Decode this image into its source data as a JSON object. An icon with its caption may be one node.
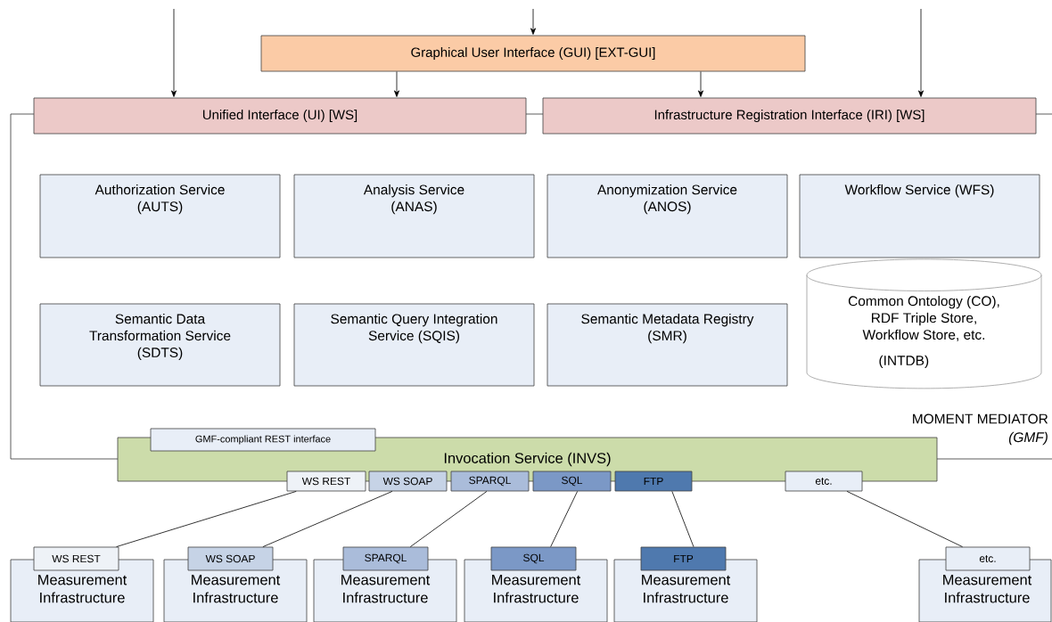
{
  "diagram": {
    "nodes": [
      {
        "text": [
          "Graphical User Interface (GUI) [EXT-GUI]"
        ]
      },
      {
        "text": [
          "Unified Interface (UI) [WS]"
        ]
      },
      {
        "text": [
          "Infrastructure Registration Interface (IRI) [WS]"
        ]
      },
      {
        "text": [
          "Authorization Service (AUTS)"
        ]
      },
      {
        "text": [
          "Analysis Service (ANAS)"
        ]
      },
      {
        "text": [
          "Anonymization Service (ANOS)"
        ]
      },
      {
        "text": [
          "Workflow Service (WFS)"
        ]
      },
      {
        "text": [
          "Semantic Data Transformation Service (SDTS)"
        ]
      },
      {
        "text": [
          "Semantic Query Integration Service (SQIS)"
        ]
      },
      {
        "text": [
          "Semantic Metadata Registry (SMR)"
        ]
      },
      {
        "text": [
          "Common Ontology (CO), RDF Triple Store, Workflow Store, etc.",
          "(INTDB)"
        ]
      },
      {
        "text": [
          "Invocation Service (INVS)"
        ]
      },
      {
        "text": [
          "GMF-compliant REST interface"
        ]
      },
      {
        "text": [
          "WS REST"
        ]
      },
      {
        "text": [
          "WS SOAP"
        ]
      },
      {
        "text": [
          "SPARQL"
        ]
      },
      {
        "text": [
          "SQL"
        ]
      },
      {
        "text": [
          "FTP"
        ]
      },
      {
        "text": [
          "etc."
        ]
      },
      {
        "text": [
          "WS REST"
        ]
      },
      {
        "text": [
          "WS SOAP"
        ]
      },
      {
        "text": [
          "SPARQL"
        ]
      },
      {
        "text": [
          "SQL"
        ]
      },
      {
        "text": [
          "FTP"
        ]
      },
      {
        "text": [
          "etc."
        ]
      },
      {
        "text": [
          "Measurement Infrastructure"
        ]
      },
      {
        "text": [
          "Measurement Infrastructure"
        ]
      },
      {
        "text": [
          "Measurement Infrastructure"
        ]
      },
      {
        "text": [
          "Measurement Infrastructure"
        ]
      },
      {
        "text": [
          "Measurement Infrastructure"
        ]
      },
      {
        "text": [
          "Measurement Infrastructure"
        ]
      }
    ],
    "edges": [
      {
        "from": null,
        "to": 1,
        "arrow": "to"
      },
      {
        "from": null,
        "to": 0,
        "arrow": "to"
      },
      {
        "from": null,
        "to": 2,
        "arrow": "to"
      },
      {
        "from": 0,
        "to": 1,
        "arrow": "to"
      },
      {
        "from": 0,
        "to": 2,
        "arrow": "to"
      },
      {
        "from": 13,
        "to": 19,
        "arrow": "none"
      },
      {
        "from": 14,
        "to": 20,
        "arrow": "none"
      },
      {
        "from": 15,
        "to": 21,
        "arrow": "none"
      },
      {
        "from": 16,
        "to": 22,
        "arrow": "none"
      },
      {
        "from": 17,
        "to": 23,
        "arrow": "none"
      },
      {
        "from": 18,
        "to": 24,
        "arrow": "none"
      }
    ],
    "labels": [
      "MOMENT MEDIATOR",
      "(GMF)"
    ]
  }
}
